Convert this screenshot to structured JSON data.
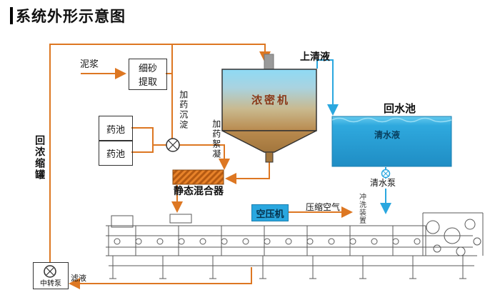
{
  "title": "系统外形示意图",
  "colors": {
    "arrow_orange": "#dd7722",
    "line_blue": "#2aa7df",
    "pool_fill": "#1f8dc4",
    "mixer_orange": "#e8832a",
    "thickener_label_color": "#8b3a1a",
    "air_box_fill": "#2aa7df",
    "machine_line": "#5a5a5a"
  },
  "nodes": {
    "mud": "泥浆",
    "sand_line1": "细砂",
    "sand_line2": "提取",
    "supernatant": "上清液",
    "thickener": "浓密机",
    "return_pool": "回水池",
    "clear_water": "清水液",
    "chem_tank1": "药池",
    "chem_tank2": "药池",
    "dose_settle": "加药沉淀",
    "dose_floc": "加药絮凝",
    "static_mixer": "静态混合器",
    "return_tank": "回浓缩罐",
    "clear_pump": "清水泵",
    "flush_device": "冲洗装置",
    "air_compressor": "空压机",
    "compressed_air": "压缩空气",
    "transfer_pump": "中转泵",
    "filtrate": "滤液"
  }
}
